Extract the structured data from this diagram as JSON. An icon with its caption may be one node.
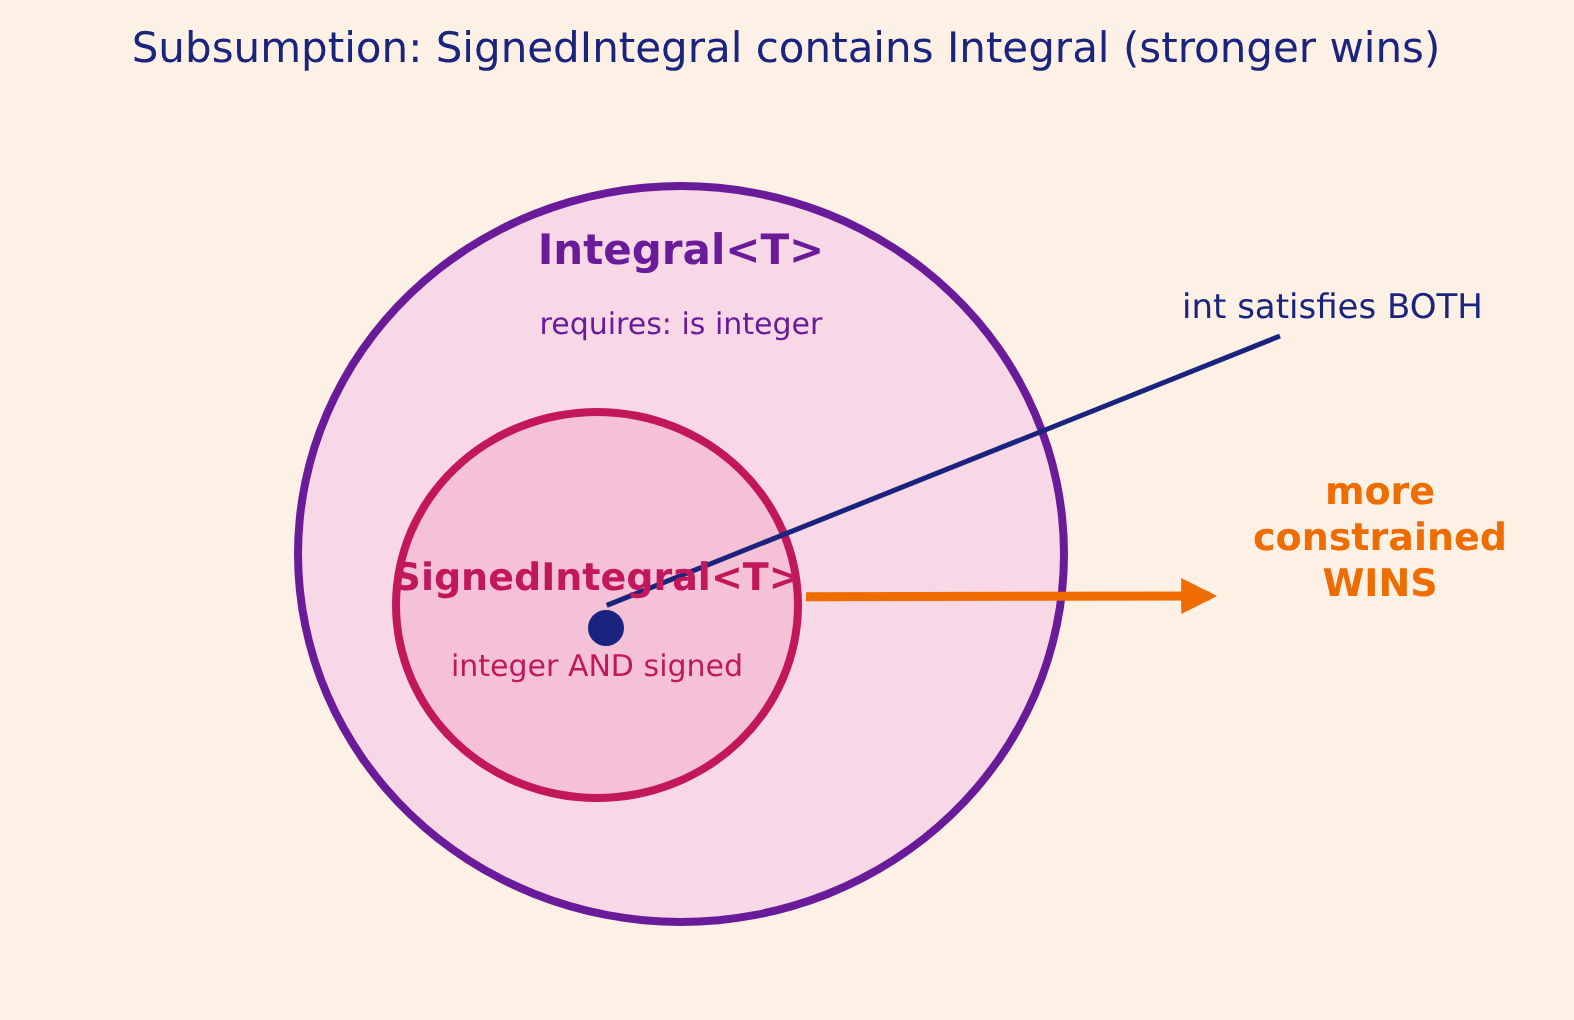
{
  "diagram": {
    "title": "Subsumption: SignedIntegral contains Integral (stronger wins)",
    "nodes": [
      {
        "text": [
          "Integral<T>",
          "requires: is integer"
        ]
      },
      {
        "text": [
          "SignedIntegral<T>",
          "integer AND signed"
        ],
        "in": 0
      },
      {
        "text": [],
        "shape": "circle",
        "in": 1
      },
      {
        "text": [
          "int satisfies BOTH"
        ]
      },
      {
        "text": [
          "more constrained WINS"
        ]
      }
    ],
    "edges": [
      {
        "from": 3,
        "to": 2,
        "arrow": "none",
        "color": "#1a237e"
      },
      {
        "from": 1,
        "to": 4,
        "arrow": "to",
        "style": "thick",
        "color": "#ef6c00"
      }
    ]
  }
}
